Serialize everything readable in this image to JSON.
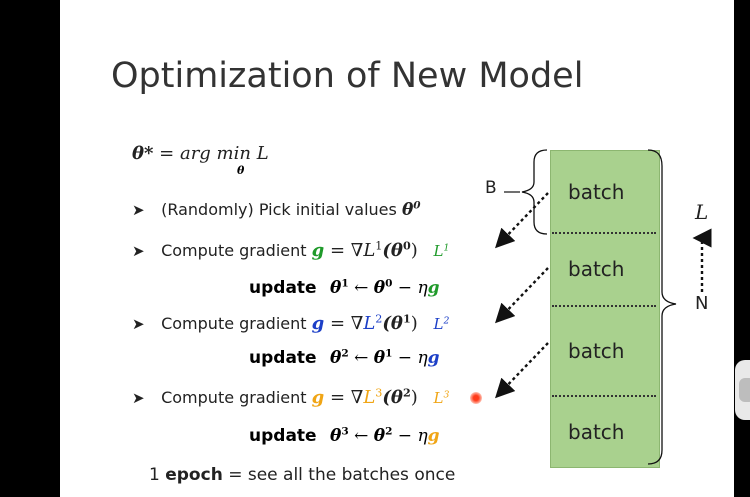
{
  "slide": {
    "title": "Optimization of New Model",
    "objective": {
      "lhs": "θ*",
      "eq": "= arg min",
      "sub": "θ",
      "L": "L"
    },
    "steps": [
      {
        "id": "init",
        "text": "(Randomly) Pick initial values",
        "var": "θ",
        "sup": "0"
      },
      {
        "id": "grad1",
        "prefix": "Compute gradient",
        "g": "g",
        "eq": "= ∇",
        "L": "L",
        "Lsup": "1",
        "arg": "(θ",
        "argsup": "0",
        "close": ")",
        "tag": "L",
        "tagsup": "1",
        "color": "green"
      },
      {
        "id": "grad2",
        "prefix": "Compute gradient",
        "g": "g",
        "eq": "= ∇",
        "L": "L",
        "Lsup": "2",
        "arg": "(θ",
        "argsup": "1",
        "close": ")",
        "tag": "L",
        "tagsup": "2",
        "color": "blue"
      },
      {
        "id": "grad3",
        "prefix": "Compute gradient",
        "g": "g",
        "eq": "= ∇",
        "L": "L",
        "Lsup": "3",
        "arg": "(θ",
        "argsup": "2",
        "close": ")",
        "tag": "L",
        "tagsup": "3",
        "color": "orange"
      }
    ],
    "updates": [
      {
        "word": "update",
        "lhs": "θ",
        "lhs_sup": "1",
        "arrow": "←",
        "rhs": "θ",
        "rhs_sup": "0",
        "minus": "− η",
        "g": "g"
      },
      {
        "word": "update",
        "lhs": "θ",
        "lhs_sup": "2",
        "arrow": "←",
        "rhs": "θ",
        "rhs_sup": "1",
        "minus": "− η",
        "g": "g"
      },
      {
        "word": "update",
        "lhs": "θ",
        "lhs_sup": "3",
        "arrow": "←",
        "rhs": "θ",
        "rhs_sup": "2",
        "minus": "− η",
        "g": "g"
      }
    ],
    "epoch": {
      "prefix": "1",
      "word": "epoch",
      "rest": "= see all the batches once"
    },
    "batch_size_label": "B",
    "batches": [
      "batch",
      "batch",
      "batch",
      "batch"
    ],
    "total_label": "N",
    "L_label": "L",
    "arrow_glyph": "➤",
    "colors": {
      "batch_fill": "#a9d18e",
      "batch_border": "#8cb670",
      "green": "#1f9a2a",
      "blue": "#1c3fc7",
      "orange": "#f0a515",
      "red": "#d11c1c"
    }
  }
}
